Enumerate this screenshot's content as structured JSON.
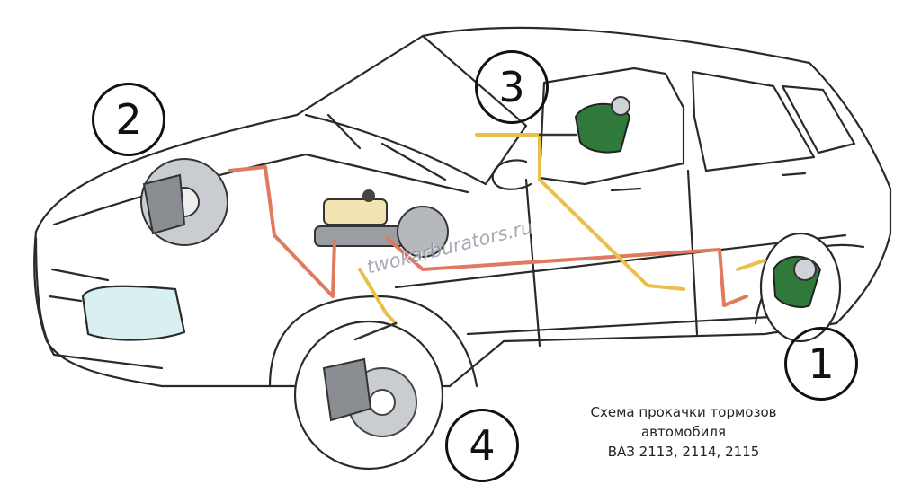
{
  "callouts": {
    "c1": "1",
    "c2": "2",
    "c3": "3",
    "c4": "4"
  },
  "caption": {
    "line1": "Схема прокачки тормозов",
    "line2": "автомобиля",
    "line3": "ВАЗ 2113, 2114, 2115"
  },
  "watermark": "twokarburators.ru",
  "colors": {
    "outline": "#2a2a2a",
    "front_brake_line": "#e07a5f",
    "rear_brake_line": "#e8c04a",
    "caliper": "#8a8d92",
    "drum_shield": "#2f7a3a",
    "reservoir": "#f3e3b0"
  }
}
